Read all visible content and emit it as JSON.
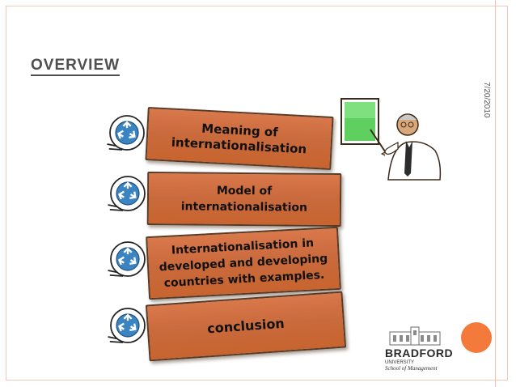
{
  "slide": {
    "title": "OVERVIEW",
    "date": "7/20/2010",
    "accent_color": "#f47a3b"
  },
  "items": [
    {
      "label": "Meaning of internationalisation",
      "icon": "recycle-icon"
    },
    {
      "label": "Model of internationalisation",
      "icon": "recycle-icon"
    },
    {
      "label": "Internationalisation in developed and developing countries with examples.",
      "icon": "recycle-icon"
    },
    {
      "label": "conclusion",
      "icon": "recycle-icon"
    }
  ],
  "logo": {
    "name": "BRADFORD",
    "tagline": "UNIVERSITY",
    "sub": "School of Management"
  },
  "images": {
    "teacher": "teacher-pointing-at-board-clipart"
  }
}
